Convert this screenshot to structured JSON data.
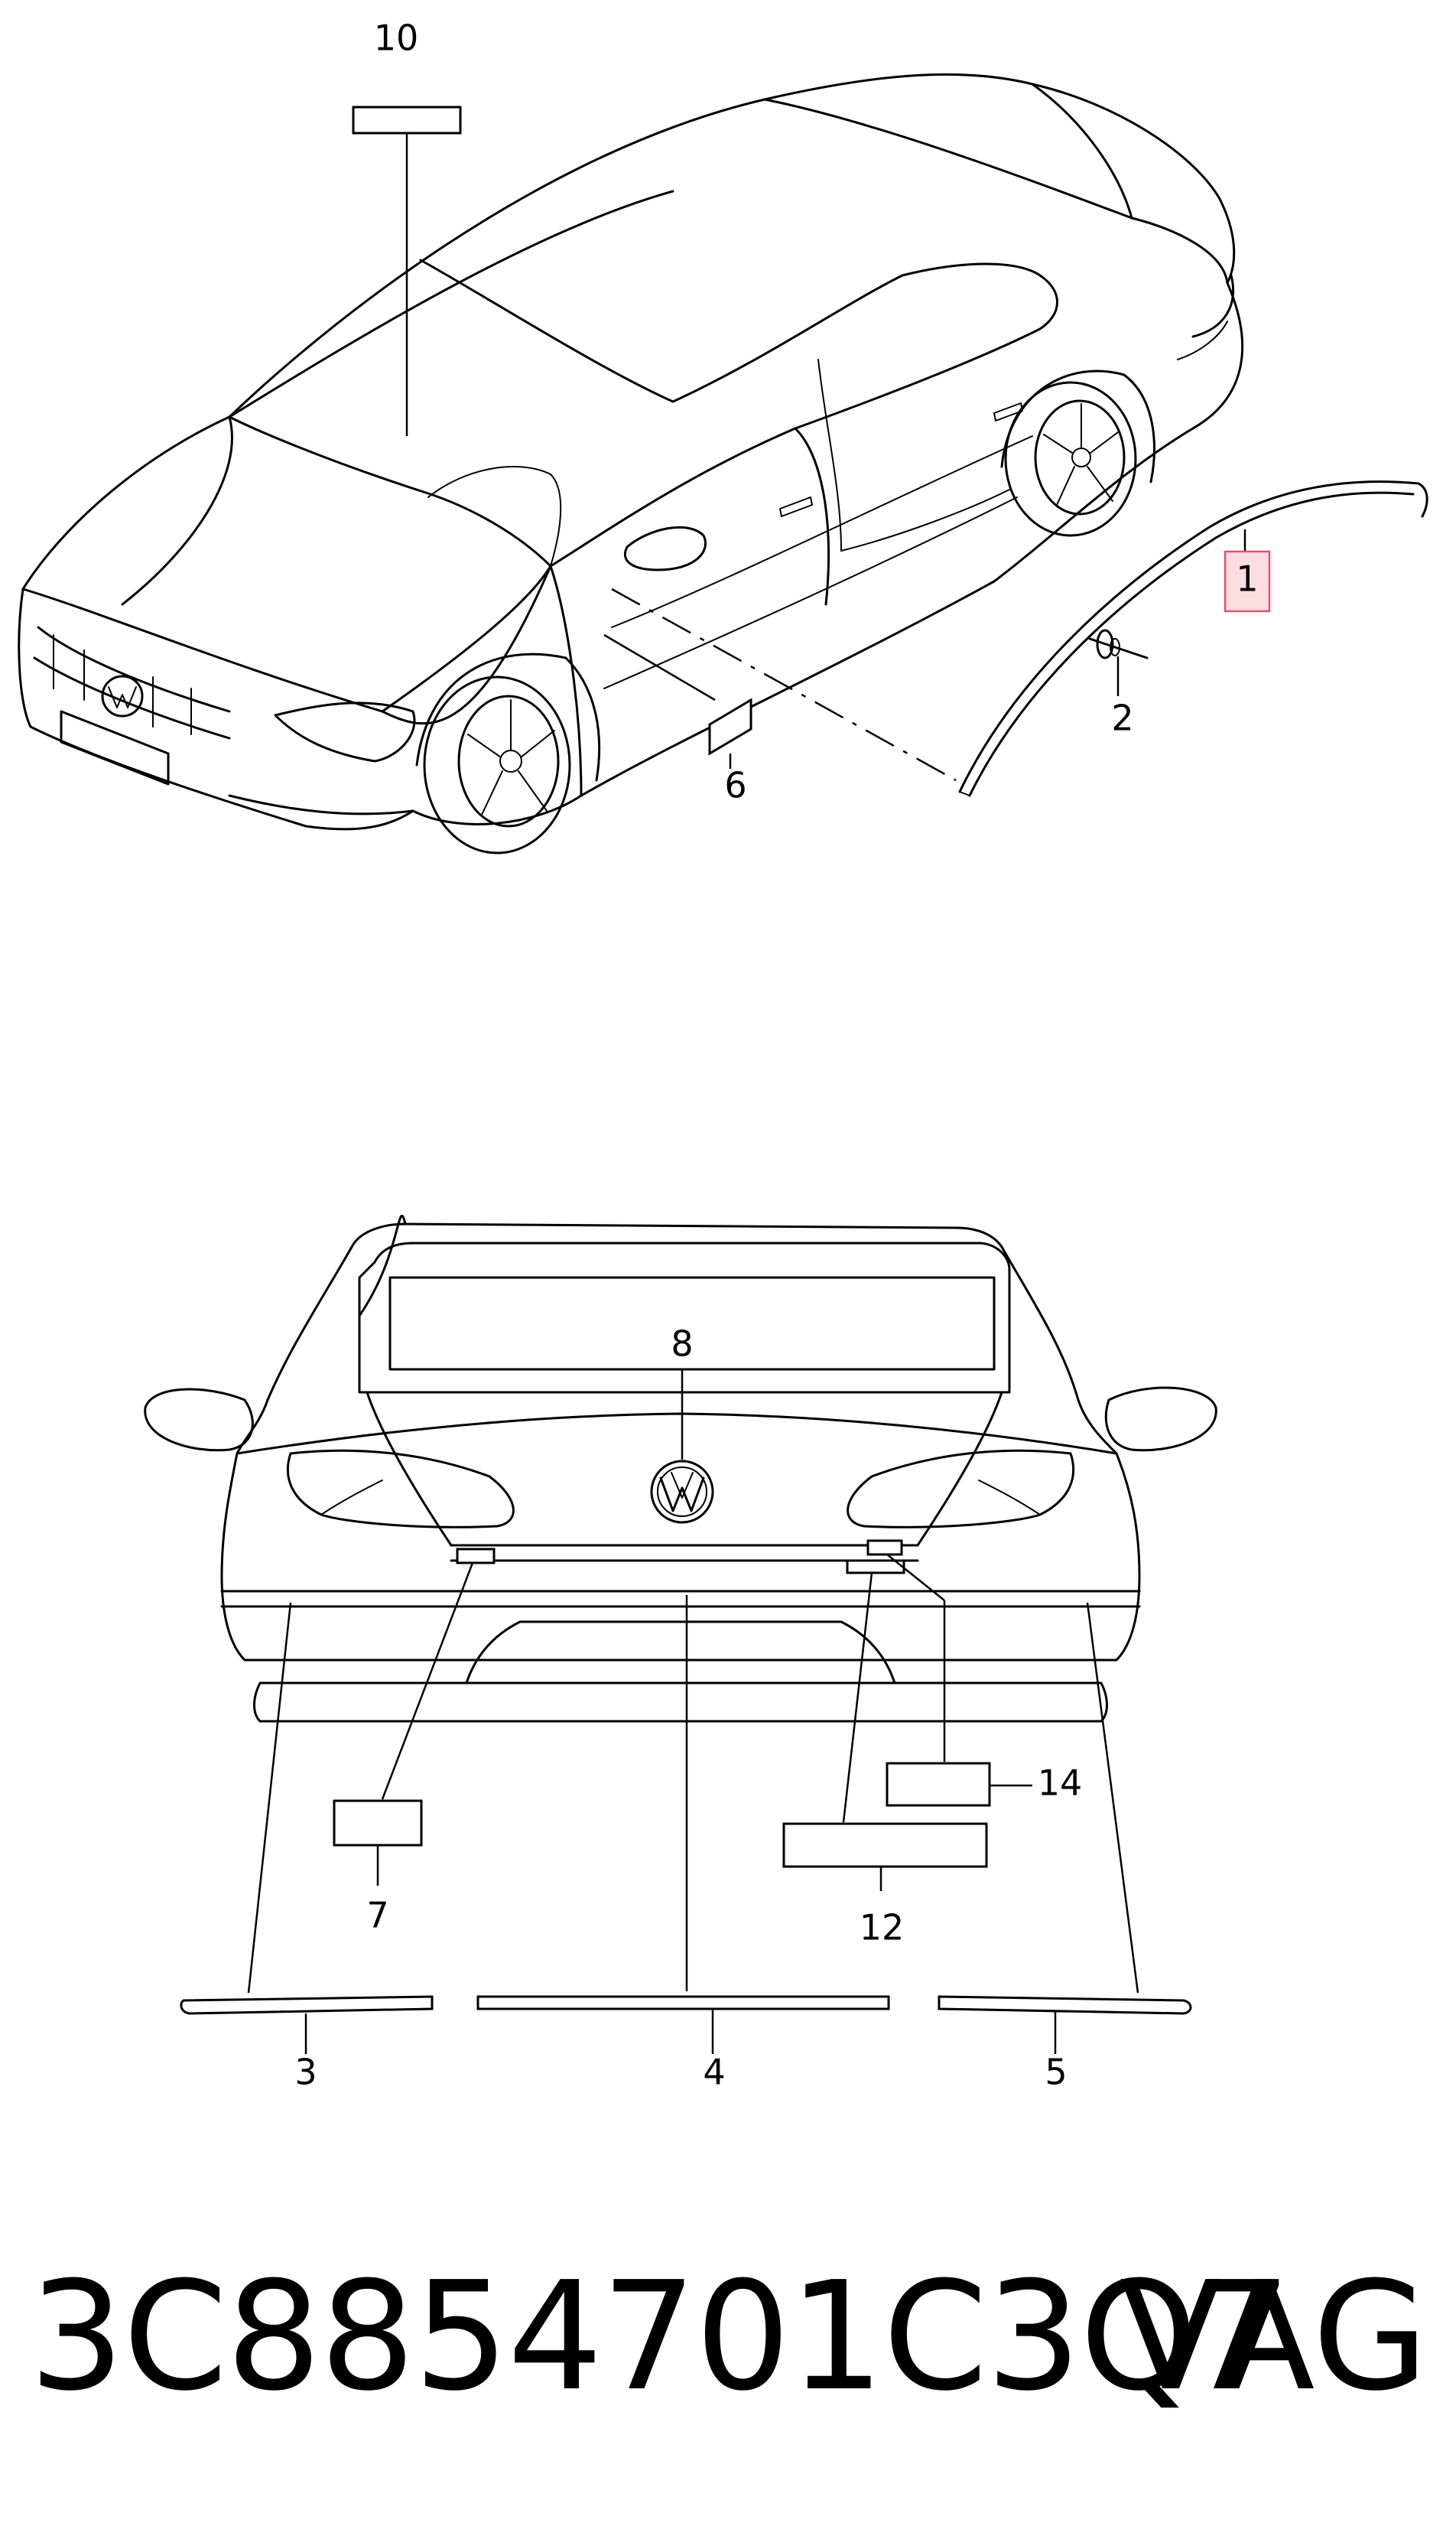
{
  "callouts": {
    "c1": "1",
    "c2": "2",
    "c3": "3",
    "c4": "4",
    "c5": "5",
    "c6": "6",
    "c7": "7",
    "c8": "8",
    "c10": "10",
    "c12": "12",
    "c14": "14"
  },
  "highlighted_callout": "1",
  "highlight_color": "#fbdde2",
  "highlight_border": "#e0546a",
  "footer": {
    "part_number": "3C8854701C3Q7",
    "brand": "VAG"
  }
}
